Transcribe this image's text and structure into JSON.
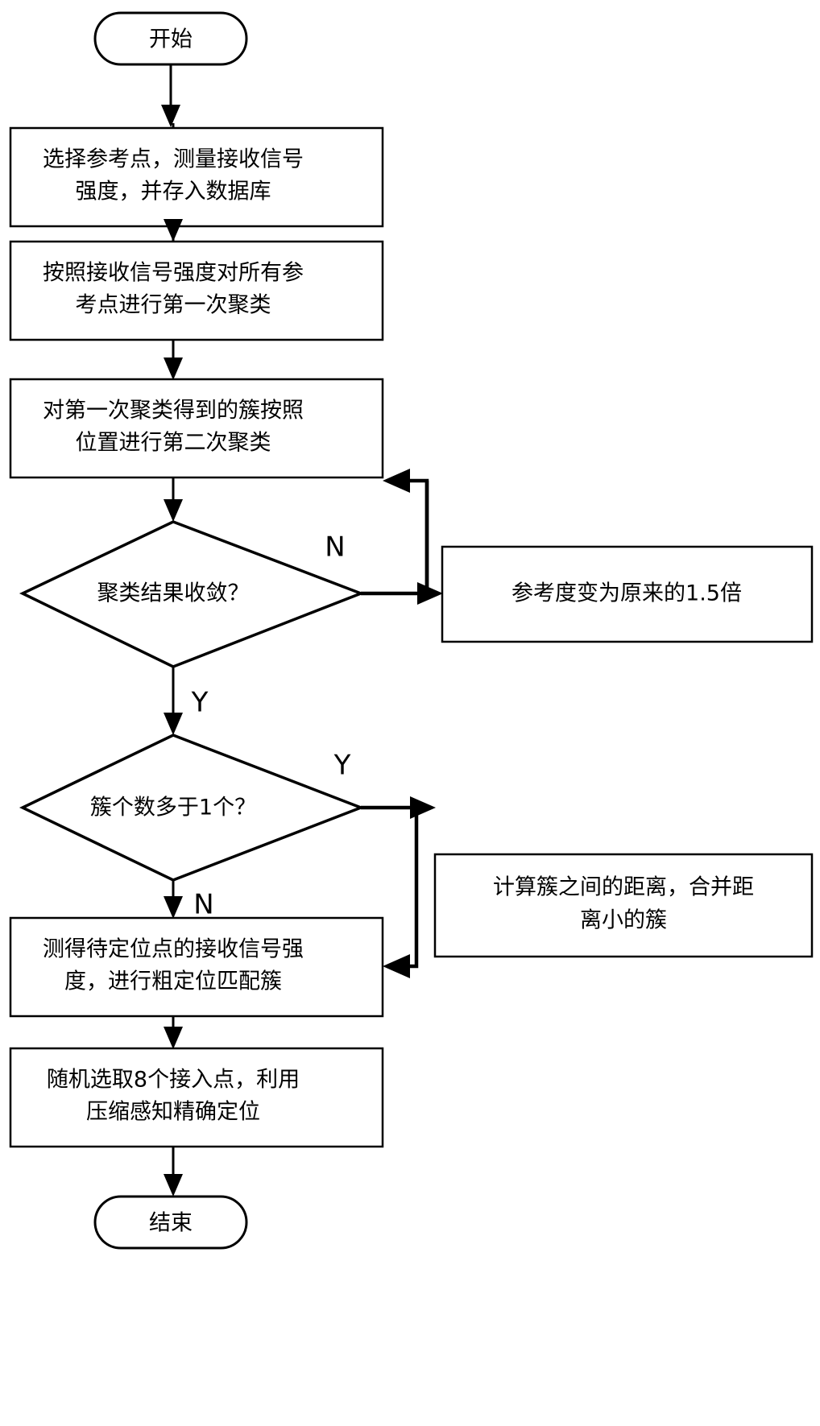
{
  "diagram": {
    "type": "flowchart",
    "orientation": "vertical",
    "language": "zh-CN",
    "background_color": "#ffffff",
    "line_color": "#000000"
  },
  "nodes": {
    "start": {
      "shape": "terminator",
      "label": "开始"
    },
    "step_collect": {
      "shape": "process",
      "line1": "选择参考点，测量接收信号",
      "line2": "强度，并存入数据库"
    },
    "step_cluster1": {
      "shape": "process",
      "line1": "按照接收信号强度对所有参",
      "line2": "考点进行第一次聚类"
    },
    "step_cluster2": {
      "shape": "process",
      "line1": "对第一次聚类得到的簇按照",
      "line2": "位置进行第二次聚类"
    },
    "decision_converge": {
      "shape": "decision",
      "label": "聚类结果收敛？"
    },
    "step_increase_pref": {
      "shape": "process",
      "line1": "参考度变为原来的1.5倍"
    },
    "decision_cluster_count": {
      "shape": "decision",
      "label": "簇个数多于1个？"
    },
    "step_merge": {
      "shape": "process",
      "line1": "计算簇之间的距离，合并距",
      "line2": "离小的簇"
    },
    "step_coarse": {
      "shape": "process",
      "line1": "测得待定位点的接收信号强",
      "line2": "度，进行粗定位匹配簇"
    },
    "step_fine": {
      "shape": "process",
      "line1": "随机选取8个接入点，利用",
      "line2": "压缩感知精确定位"
    },
    "end": {
      "shape": "terminator",
      "label": "结束"
    }
  },
  "edge_labels": {
    "converge_no": "N",
    "converge_yes": "Y",
    "count_yes": "Y",
    "count_no": "N"
  }
}
